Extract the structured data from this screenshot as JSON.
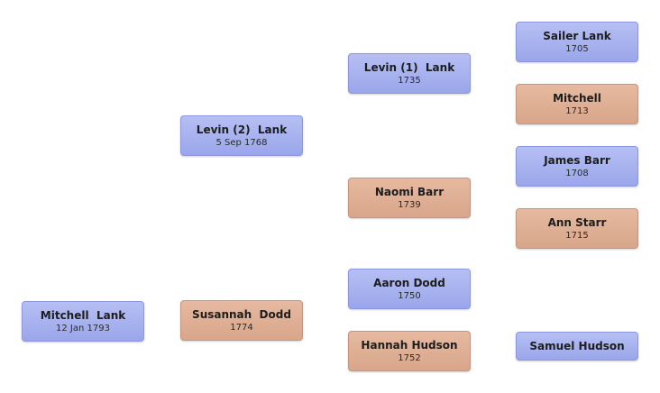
{
  "people": {
    "mitchell_lank": {
      "name": "Mitchell  Lank",
      "date": "12 Jan 1793",
      "gender": "male"
    },
    "levin_2_lank": {
      "name": "Levin (2)  Lank",
      "date": "5 Sep 1768",
      "gender": "male"
    },
    "susannah_dodd": {
      "name": "Susannah  Dodd",
      "date": "1774",
      "gender": "female"
    },
    "levin_1_lank": {
      "name": "Levin (1)  Lank",
      "date": "1735",
      "gender": "male"
    },
    "naomi_barr": {
      "name": "Naomi Barr",
      "date": "1739",
      "gender": "female"
    },
    "aaron_dodd": {
      "name": "Aaron Dodd",
      "date": "1750",
      "gender": "male"
    },
    "hannah_hudson": {
      "name": "Hannah Hudson",
      "date": "1752",
      "gender": "female"
    },
    "sailer_lank": {
      "name": "Sailer Lank",
      "date": "1705",
      "gender": "male"
    },
    "mitchell": {
      "name": "Mitchell",
      "date": "1713",
      "gender": "female"
    },
    "james_barr": {
      "name": "James Barr",
      "date": "1708",
      "gender": "male"
    },
    "ann_starr": {
      "name": "Ann Starr",
      "date": "1715",
      "gender": "female"
    },
    "samuel_hudson": {
      "name": "Samuel Hudson",
      "date": "",
      "gender": "male"
    }
  },
  "colors": {
    "male": "#a4aeee",
    "female": "#deb095",
    "background": "#ffffff"
  }
}
